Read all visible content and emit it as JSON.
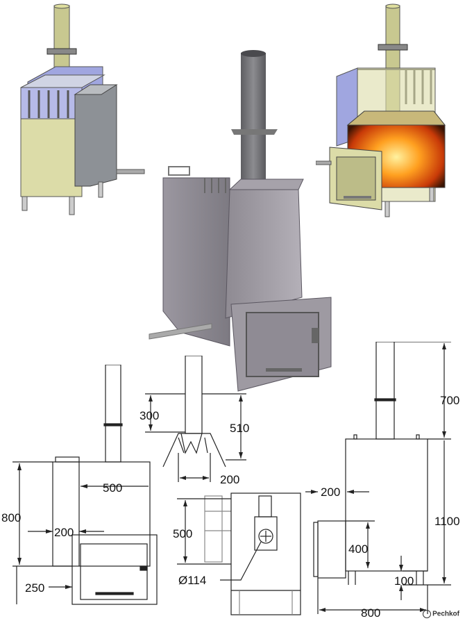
{
  "dimensions": {
    "front_height": "800",
    "front_width": "500",
    "front_firebox_depth": "200",
    "front_pipe_offset": "250",
    "top_chimney_height": "300",
    "top_total_height": "510",
    "top_width": "200",
    "mid_height": "500",
    "mid_pipe_diameter": "Ø114",
    "side_chimney": "700",
    "side_total_height": "1100",
    "side_depth": "200",
    "side_firebox": "400",
    "side_legs": "100",
    "side_width": "800"
  },
  "watermark": "Pechkof",
  "colors": {
    "tank_panel": "#dcdca8",
    "blue_panel": "#a0a6e0",
    "steel": "#8a8f96",
    "chimney": "#c8c890"
  }
}
